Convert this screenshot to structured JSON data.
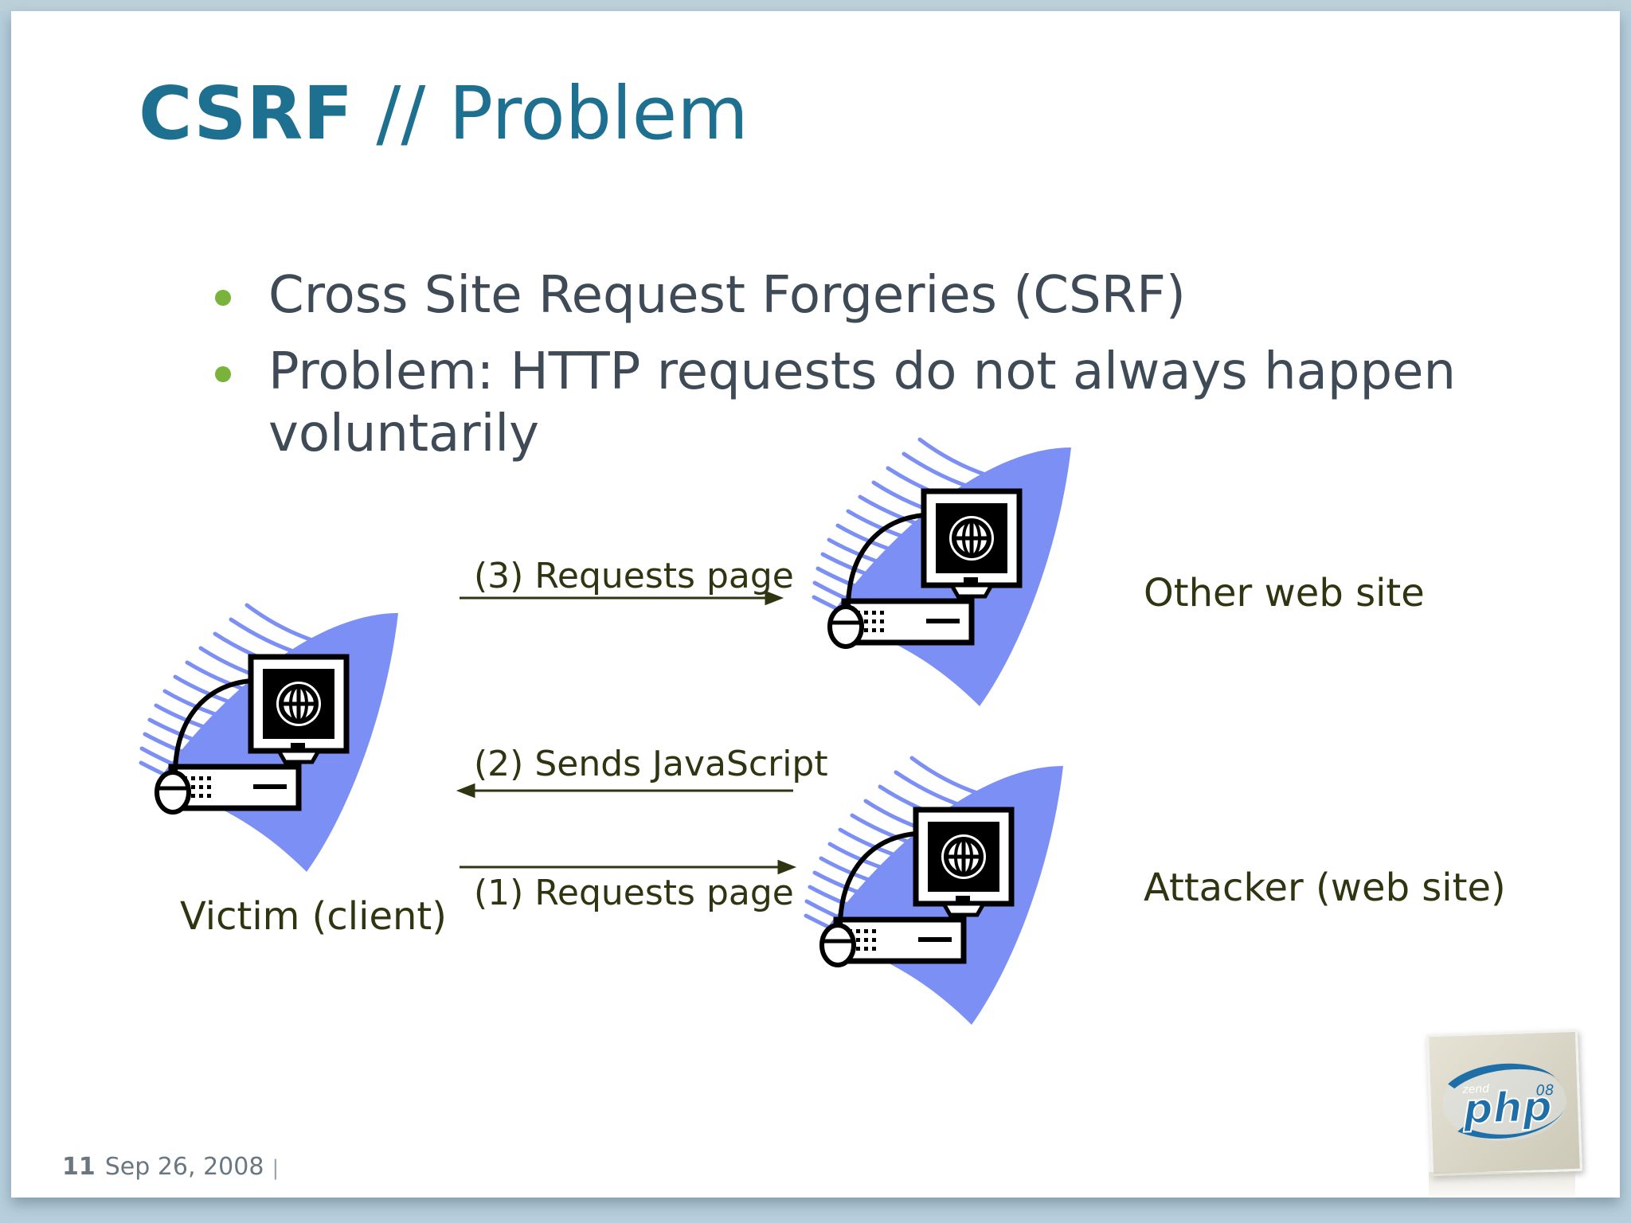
{
  "title": {
    "bold": "CSRF",
    "rest": " // Problem"
  },
  "bullets": [
    "Cross Site Request Forgeries (CSRF)",
    "Problem: HTTP requests do not always happen voluntarily"
  ],
  "nodes": {
    "victim": "Victim (client)",
    "other_site": "Other web site",
    "attacker": "Attacker (web site)"
  },
  "arrows": {
    "step3": "(3) Requests page",
    "step2": "(2) Sends JavaScript",
    "step1": "(1) Requests page"
  },
  "footer": {
    "page_number": "11",
    "date": "Sep 26, 2008"
  },
  "logo": {
    "brand": "zend",
    "product": "php",
    "year": "08"
  },
  "icons": [
    "computer-globe-icon",
    "arrow-right-icon",
    "arrow-left-icon"
  ],
  "colors": {
    "title": "#1e7090",
    "bullet_dot": "#7ab33c",
    "swoosh": "#7b8ff5",
    "label_text": "#2f3510",
    "logo_blue": "#1e6fa8"
  }
}
